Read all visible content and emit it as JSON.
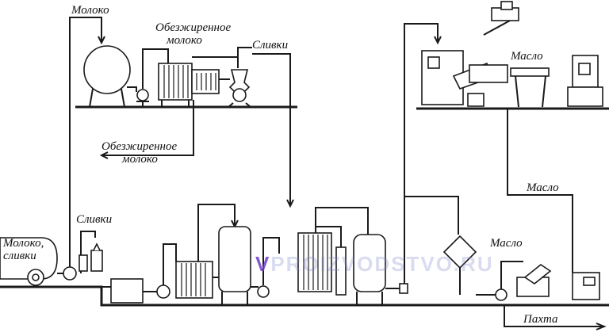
{
  "labels": {
    "milk_top": "Молоко",
    "skim_milk_top": [
      "Обезжиренное",
      "молоко"
    ],
    "cream_top": "Сливки",
    "skim_milk_out": [
      "Обезжиренное",
      "молоко"
    ],
    "milk_cream_in": [
      "Молоко,",
      "сливки"
    ],
    "cream_left": "Сливки",
    "butter_top": "Масло",
    "butter_mid": "Масло",
    "butter_low": "Масло",
    "buttermilk": "Пахта"
  },
  "watermark": {
    "first_letter": "V",
    "rest": "PROIZVODSTVO.RU"
  }
}
